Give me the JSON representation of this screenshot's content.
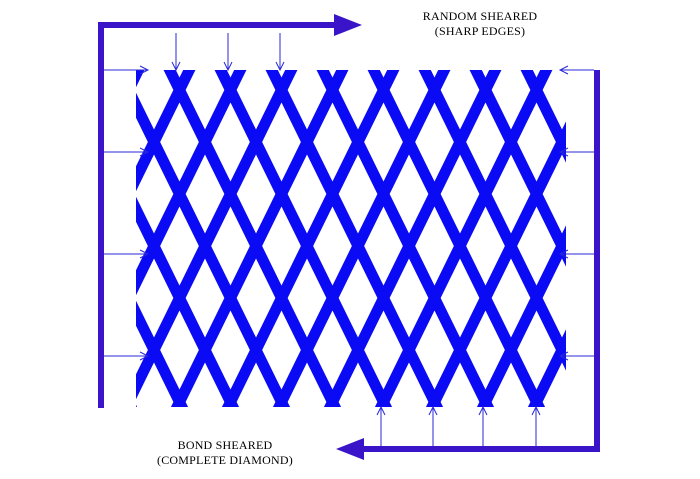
{
  "labels": {
    "top_line1": "RANDOM SHEARED",
    "top_line2": "(SHARP EDGES)",
    "bottom_line1": "BOND SHEARED",
    "bottom_line2": "(COMPLETE DIAMOND)"
  },
  "colors": {
    "mesh": "#0a0af5",
    "frame": "#3a14c8",
    "arrow_line": "#2828d8",
    "text": "#000000"
  },
  "mesh": {
    "diamond_columns": 8,
    "diamond_rows": 3
  }
}
